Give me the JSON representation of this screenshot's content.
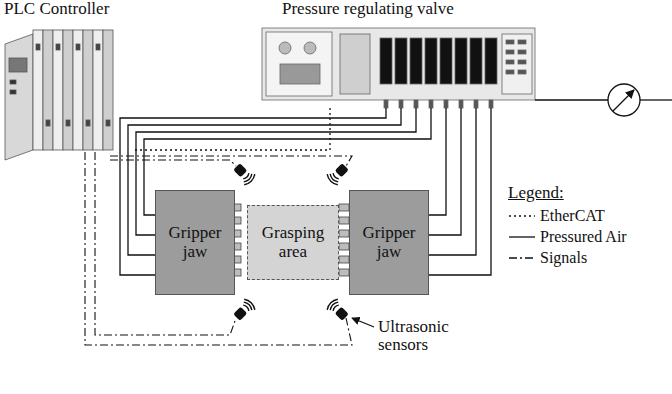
{
  "diagram": {
    "nodes": [
      {
        "text": [
          "PLC Controller"
        ]
      },
      {
        "text": [
          "Pressure regulating valve"
        ]
      },
      {
        "text": [
          "Gripper jaw"
        ]
      },
      {
        "text": [
          "Grasping area"
        ]
      },
      {
        "text": [
          "Gripper jaw"
        ]
      }
    ],
    "edges": [
      {
        "from": 0,
        "to": 1,
        "arrow": "none"
      },
      {
        "from": 1,
        "to": 2,
        "arrow": "none"
      },
      {
        "from": 1,
        "to": 2,
        "arrow": "none"
      },
      {
        "from": 1,
        "to": 2,
        "arrow": "none"
      },
      {
        "from": 1,
        "to": 2,
        "arrow": "none"
      },
      {
        "from": 1,
        "to": 4,
        "arrow": "none"
      },
      {
        "from": 1,
        "to": 4,
        "arrow": "none"
      },
      {
        "from": 1,
        "to": 4,
        "arrow": "none"
      },
      {
        "from": 1,
        "to": 4,
        "arrow": "none"
      }
    ],
    "labels": [
      "Legend:",
      "Ultrasonic sensors"
    ],
    "legend": [
      {
        "text": "EtherCAT"
      },
      {
        "text": "Pressured Air"
      },
      {
        "text": "Signals"
      }
    ]
  }
}
